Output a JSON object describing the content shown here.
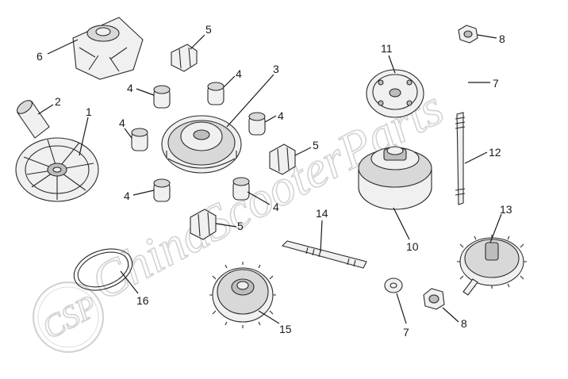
{
  "watermark": {
    "logo_text": "CSP",
    "brand_text": "ChinaScooterParts"
  },
  "callouts": [
    {
      "id": "c1",
      "label": "1"
    },
    {
      "id": "c2",
      "label": "2"
    },
    {
      "id": "c3",
      "label": "3"
    },
    {
      "id": "c4a",
      "label": "4"
    },
    {
      "id": "c4b",
      "label": "4"
    },
    {
      "id": "c4c",
      "label": "4"
    },
    {
      "id": "c4d",
      "label": "4"
    },
    {
      "id": "c4e",
      "label": "4"
    },
    {
      "id": "c4f",
      "label": "4"
    },
    {
      "id": "c5a",
      "label": "5"
    },
    {
      "id": "c5b",
      "label": "5"
    },
    {
      "id": "c5c",
      "label": "5"
    },
    {
      "id": "c6",
      "label": "6"
    },
    {
      "id": "c7a",
      "label": "7"
    },
    {
      "id": "c7b",
      "label": "7"
    },
    {
      "id": "c8a",
      "label": "8"
    },
    {
      "id": "c8b",
      "label": "8"
    },
    {
      "id": "c10",
      "label": "10"
    },
    {
      "id": "c11",
      "label": "11"
    },
    {
      "id": "c12",
      "label": "12"
    },
    {
      "id": "c13",
      "label": "13"
    },
    {
      "id": "c14",
      "label": "14"
    },
    {
      "id": "c15",
      "label": "15"
    },
    {
      "id": "c16",
      "label": "16"
    }
  ]
}
